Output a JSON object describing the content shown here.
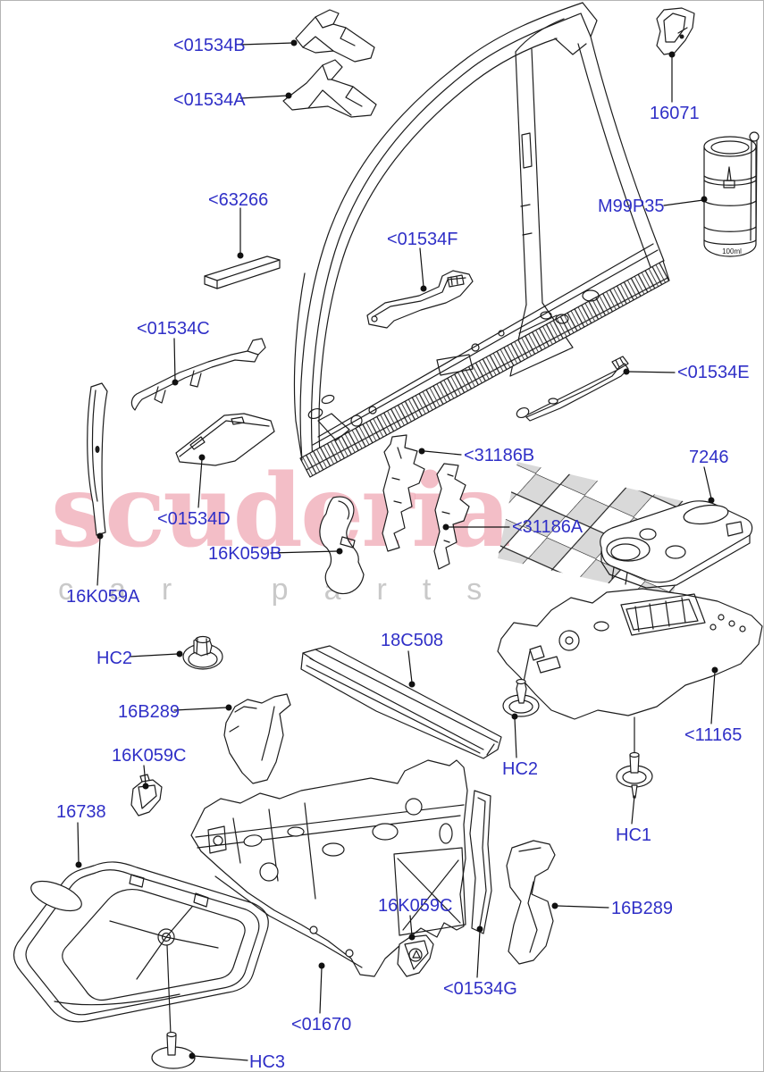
{
  "style": {
    "label_color": "#2f2fc7",
    "line_color": "#1c1c1c",
    "flag_color": "#d9d9d9",
    "brand_color": "rgba(214,40,70,0.30)",
    "sub_color": "#c9c9c9"
  },
  "watermark": {
    "brand": "scuderia",
    "subtitle": "car parts"
  },
  "can": {
    "volume_text": "100ml"
  },
  "labels": [
    {
      "id": "01534B",
      "text": "<01534B"
    },
    {
      "id": "01534A",
      "text": "<01534A"
    },
    {
      "id": "63266",
      "text": "<63266"
    },
    {
      "id": "01534F",
      "text": "<01534F"
    },
    {
      "id": "16071",
      "text": "16071"
    },
    {
      "id": "M99P35",
      "text": "M99P35"
    },
    {
      "id": "01534C",
      "text": "<01534C"
    },
    {
      "id": "01534E",
      "text": "<01534E"
    },
    {
      "id": "01534D",
      "text": "<01534D"
    },
    {
      "id": "31186B",
      "text": "<31186B"
    },
    {
      "id": "7246",
      "text": "7246"
    },
    {
      "id": "31186A",
      "text": "<31186A"
    },
    {
      "id": "16K059B",
      "text": "16K059B"
    },
    {
      "id": "16K059A",
      "text": "16K059A"
    },
    {
      "id": "HC2-1",
      "text": "HC2"
    },
    {
      "id": "18C508",
      "text": "18C508"
    },
    {
      "id": "16B289-1",
      "text": "16B289"
    },
    {
      "id": "16K059C-1",
      "text": "16K059C"
    },
    {
      "id": "16738",
      "text": "16738"
    },
    {
      "id": "HC2-2",
      "text": "HC2"
    },
    {
      "id": "11165",
      "text": "<11165"
    },
    {
      "id": "HC1",
      "text": "HC1"
    },
    {
      "id": "16K059C-2",
      "text": "16K059C"
    },
    {
      "id": "16B289-2",
      "text": "16B289"
    },
    {
      "id": "01534G",
      "text": "<01534G"
    },
    {
      "id": "01670",
      "text": "<01670"
    },
    {
      "id": "HC3",
      "text": "HC3"
    }
  ]
}
